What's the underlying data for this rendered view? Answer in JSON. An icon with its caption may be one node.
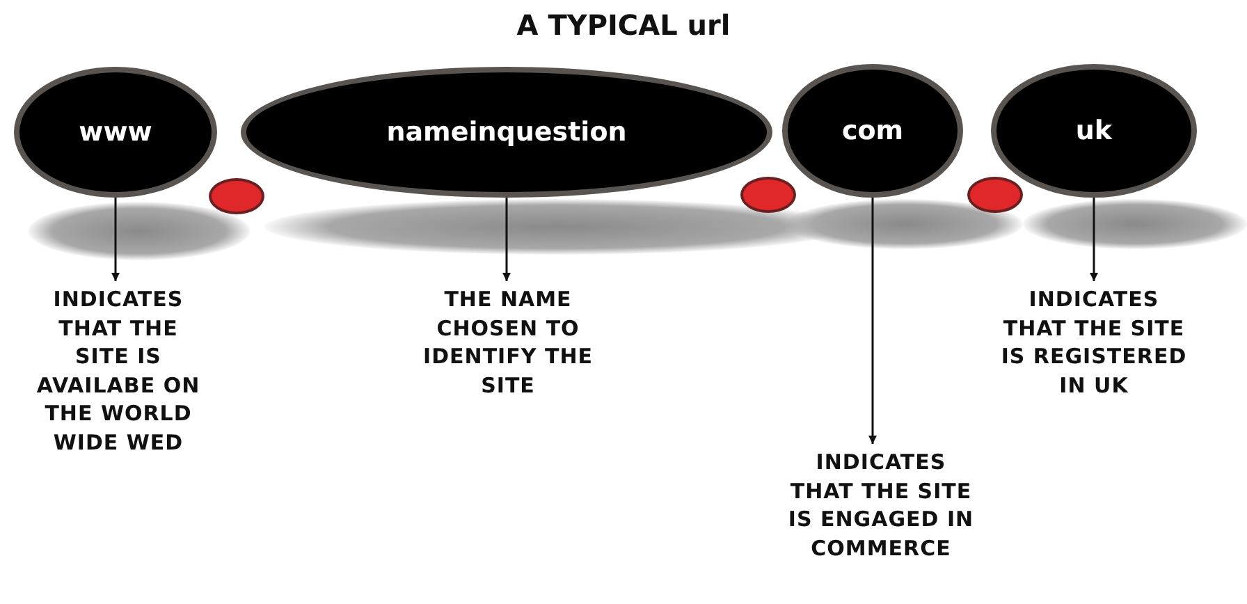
{
  "diagram": {
    "title": "A TYPICAL url",
    "nodes": [
      {
        "text": [
          "www"
        ]
      },
      {
        "text": [],
        "shape": "circle"
      },
      {
        "text": [
          "nameinquestion"
        ]
      },
      {
        "text": [],
        "shape": "circle"
      },
      {
        "text": [
          "com"
        ]
      },
      {
        "text": [],
        "shape": "circle"
      },
      {
        "text": [
          "uk"
        ]
      },
      {
        "text": [
          "INDICATES THAT THE SITE IS AVAILABE ON THE WORLD WIDE WED"
        ]
      },
      {
        "text": [
          "THE NAME CHOSEN TO IDENTIFY THE SITE"
        ]
      },
      {
        "text": [
          "INDICATES THAT THE SITE IS ENGAGED IN COMMERCE"
        ]
      },
      {
        "text": [
          "INDICATES THAT THE SITE IS REGISTERED IN UK"
        ]
      }
    ],
    "edges": [
      {
        "from": 0,
        "to": 7,
        "arrow": "to"
      },
      {
        "from": 2,
        "to": 8,
        "arrow": "to"
      },
      {
        "from": 4,
        "to": 9,
        "arrow": "to"
      },
      {
        "from": 6,
        "to": 10,
        "arrow": "to"
      }
    ]
  }
}
